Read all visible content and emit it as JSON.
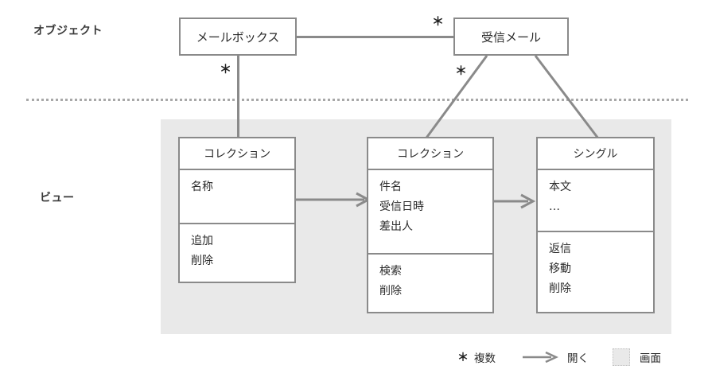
{
  "diagram": {
    "row_labels": {
      "object": "オブジェクト",
      "view": "ビュー"
    },
    "object_boxes": [
      {
        "id": "mailbox",
        "label": "メールボックス"
      },
      {
        "id": "received-mail",
        "label": "受信メール"
      }
    ],
    "view_boxes": [
      {
        "id": "collection-mailbox",
        "title": "コレクション",
        "attributes": [
          "名称"
        ],
        "operations": [
          "追加",
          "削除"
        ]
      },
      {
        "id": "collection-mail",
        "title": "コレクション",
        "attributes": [
          "件名",
          "受信日時",
          "差出人"
        ],
        "operations": [
          "検索",
          "削除"
        ]
      },
      {
        "id": "single-mail",
        "title": "シングル",
        "attributes": [
          "本文",
          "…"
        ],
        "operations": [
          "返信",
          "移動",
          "削除"
        ]
      }
    ],
    "multiplicity_markers": [
      {
        "id": "mailbox-to-received",
        "symbol": "＊"
      },
      {
        "id": "mailbox-to-collection",
        "symbol": "＊"
      },
      {
        "id": "received-to-collection",
        "symbol": "＊"
      }
    ],
    "legend": {
      "multiple": {
        "symbol": "＊",
        "label": "複数"
      },
      "open": {
        "symbol": "arrow-right-icon",
        "label": "開く"
      },
      "screen": {
        "symbol": "screen-swatch",
        "label": "画面"
      }
    },
    "colors": {
      "border": "#8a8a8a",
      "screen_background": "#e9e9e9",
      "text": "#2b2b2b",
      "divider": "#a8a8a8",
      "page_background": "#ffffff"
    }
  }
}
